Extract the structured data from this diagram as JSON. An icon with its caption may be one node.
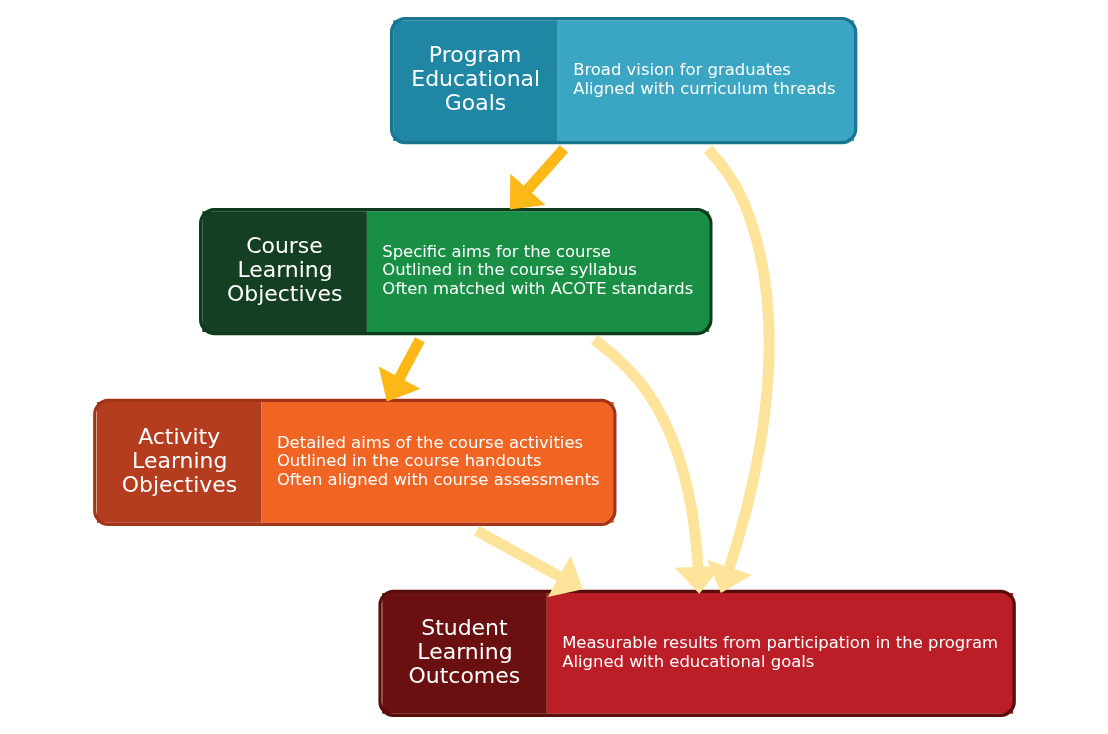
{
  "diagram": {
    "nodes": [
      {
        "text": [
          "Program Educational Goals",
          "Broad vision for graduates",
          "Aligned with curriculum threads"
        ]
      },
      {
        "text": [
          "Course Learning Objectives",
          "Specific aims for the course",
          "Outlined in the course syllabus",
          "Often matched with ACOTE standards"
        ]
      },
      {
        "text": [
          "Activity Learning Objectives",
          "Detailed aims of the course activities",
          "Outlined in the course handouts",
          "Often aligned with course assessments"
        ]
      },
      {
        "text": [
          "Student Learning Outcomes",
          "Measurable results from participation in the program",
          "Aligned with educational goals"
        ]
      }
    ],
    "edges": [
      {
        "from": 0,
        "to": 1,
        "arrow": "to",
        "color": "#fbb817"
      },
      {
        "from": 1,
        "to": 2,
        "arrow": "to",
        "color": "#fbb817"
      },
      {
        "from": 0,
        "to": 3,
        "arrow": "to"
      },
      {
        "from": 1,
        "to": 3,
        "arrow": "to"
      },
      {
        "from": 2,
        "to": 3,
        "arrow": "to"
      }
    ]
  }
}
